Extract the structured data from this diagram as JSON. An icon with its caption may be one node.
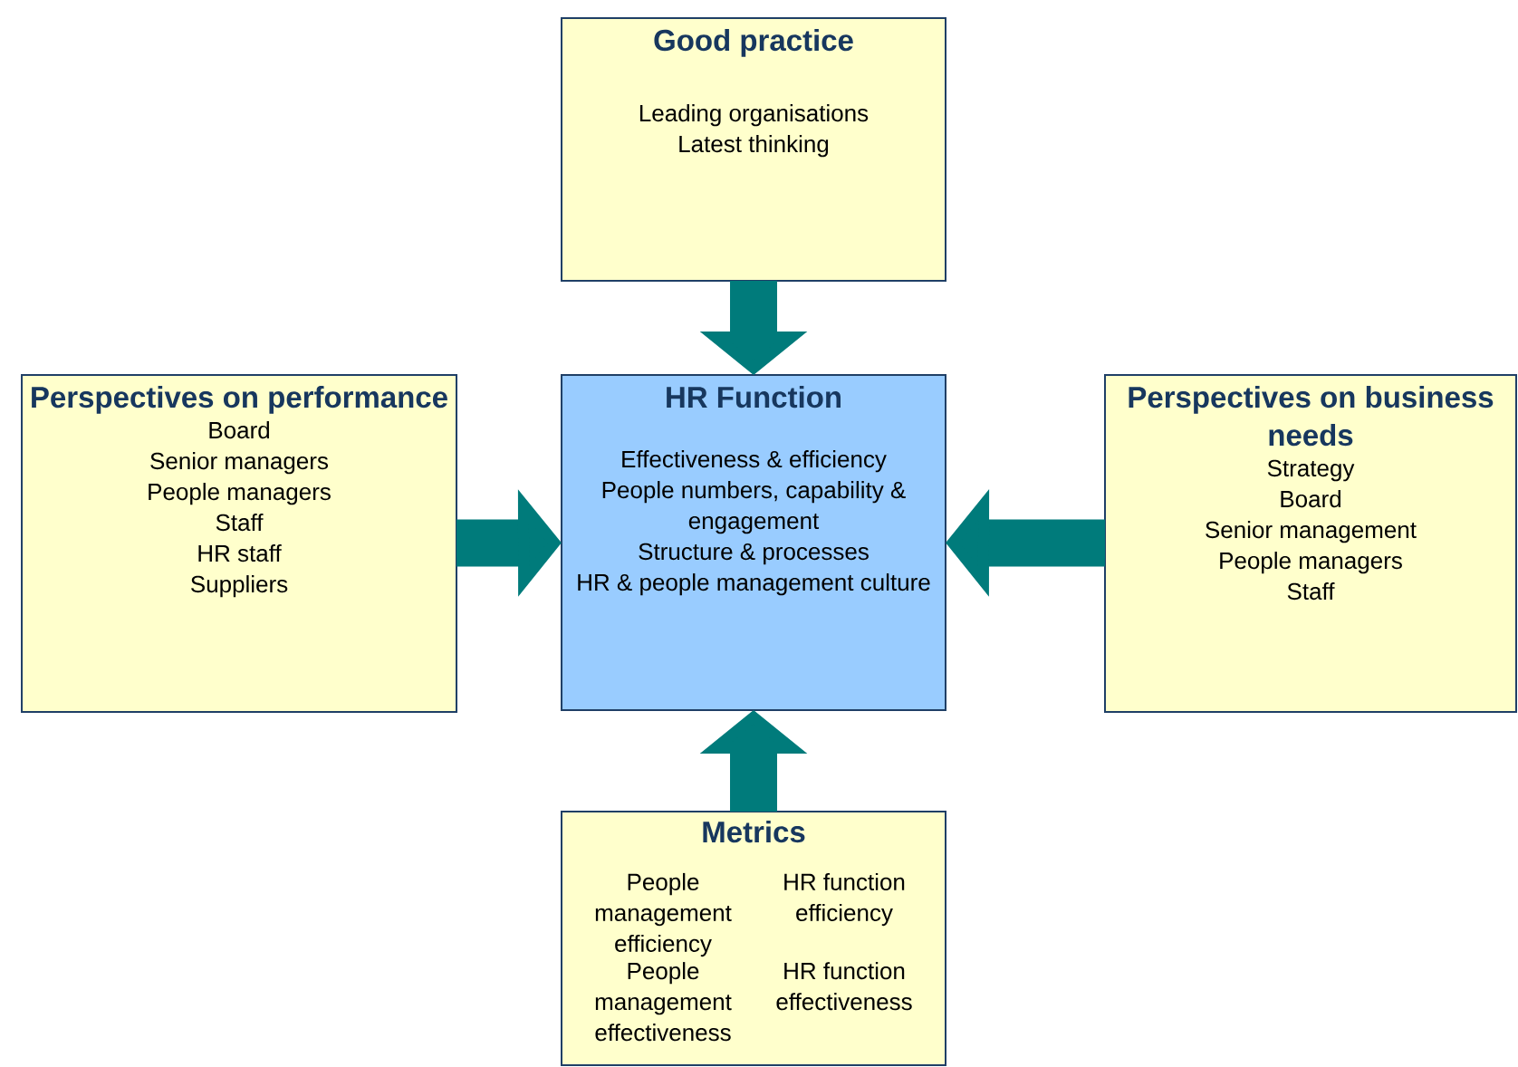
{
  "diagram": {
    "nodes": [
      {
        "text": [
          "Good practice",
          "Leading organisations",
          "Latest thinking"
        ]
      },
      {
        "text": [
          "Perspectives on performance",
          "Board",
          "Senior managers",
          "People managers",
          "Staff",
          "HR staff",
          "Suppliers"
        ]
      },
      {
        "text": [
          "HR Function",
          "Effectiveness & efficiency",
          "People numbers, capability & engagement",
          "Structure & processes",
          "HR & people management culture"
        ]
      },
      {
        "text": [
          "Perspectives on business needs",
          "Strategy",
          "Board",
          "Senior management",
          "People managers",
          "Staff"
        ]
      },
      {
        "text": [
          "Metrics",
          "People management efficiency",
          "HR function efficiency",
          "People management effectiveness",
          "HR function effectiveness"
        ]
      }
    ],
    "edges": [
      {
        "from": 0,
        "to": 2,
        "arrow": "to"
      },
      {
        "from": 1,
        "to": 2,
        "arrow": "to"
      },
      {
        "from": 3,
        "to": 2,
        "arrow": "to"
      },
      {
        "from": 4,
        "to": 2,
        "arrow": "to"
      }
    ]
  }
}
